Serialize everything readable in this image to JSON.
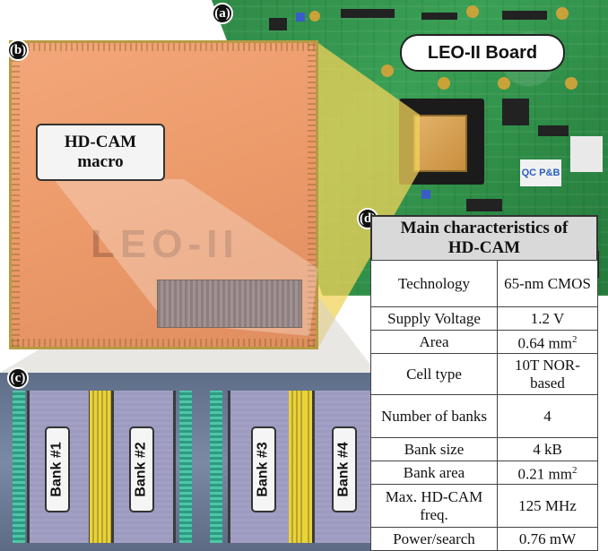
{
  "panels": {
    "a": "(a)",
    "b": "(b)",
    "c": "(c)",
    "d": "(d)"
  },
  "board_label": "LEO-II Board",
  "board_logo": "QC P&B",
  "die_logo": "LEO-II",
  "macro_callout": {
    "line1": "HD-CAM",
    "line2": "macro"
  },
  "banks": [
    "Bank #1",
    "Bank #2",
    "Bank #3",
    "Bank #4"
  ],
  "table": {
    "title_line1": "Main characteristics of",
    "title_line2": "HD-CAM",
    "rows": [
      {
        "key": "Technology",
        "value": "65-nm CMOS"
      },
      {
        "key": "Supply Voltage",
        "value": "1.2 V"
      },
      {
        "key": "Area",
        "value": "0.64 mm",
        "sup": "2"
      },
      {
        "key": "Cell type",
        "value": "10T NOR-based"
      },
      {
        "key": "Number of banks",
        "value": "4"
      },
      {
        "key": "Bank size",
        "value": "4 kB"
      },
      {
        "key": "Bank area",
        "value": "0.21 mm",
        "sup": "2"
      },
      {
        "key": "Max. HD-CAM freq.",
        "value": "125 MHz"
      },
      {
        "key": "Power/search",
        "value": "0.76 mW"
      }
    ]
  },
  "colors": {
    "pcb": "#2f8a47",
    "die": "#ec9a6a",
    "projection_yellow": "#f2d35a",
    "bank_fill": "#a2a0c4",
    "table_header": "#d9d9d9"
  }
}
